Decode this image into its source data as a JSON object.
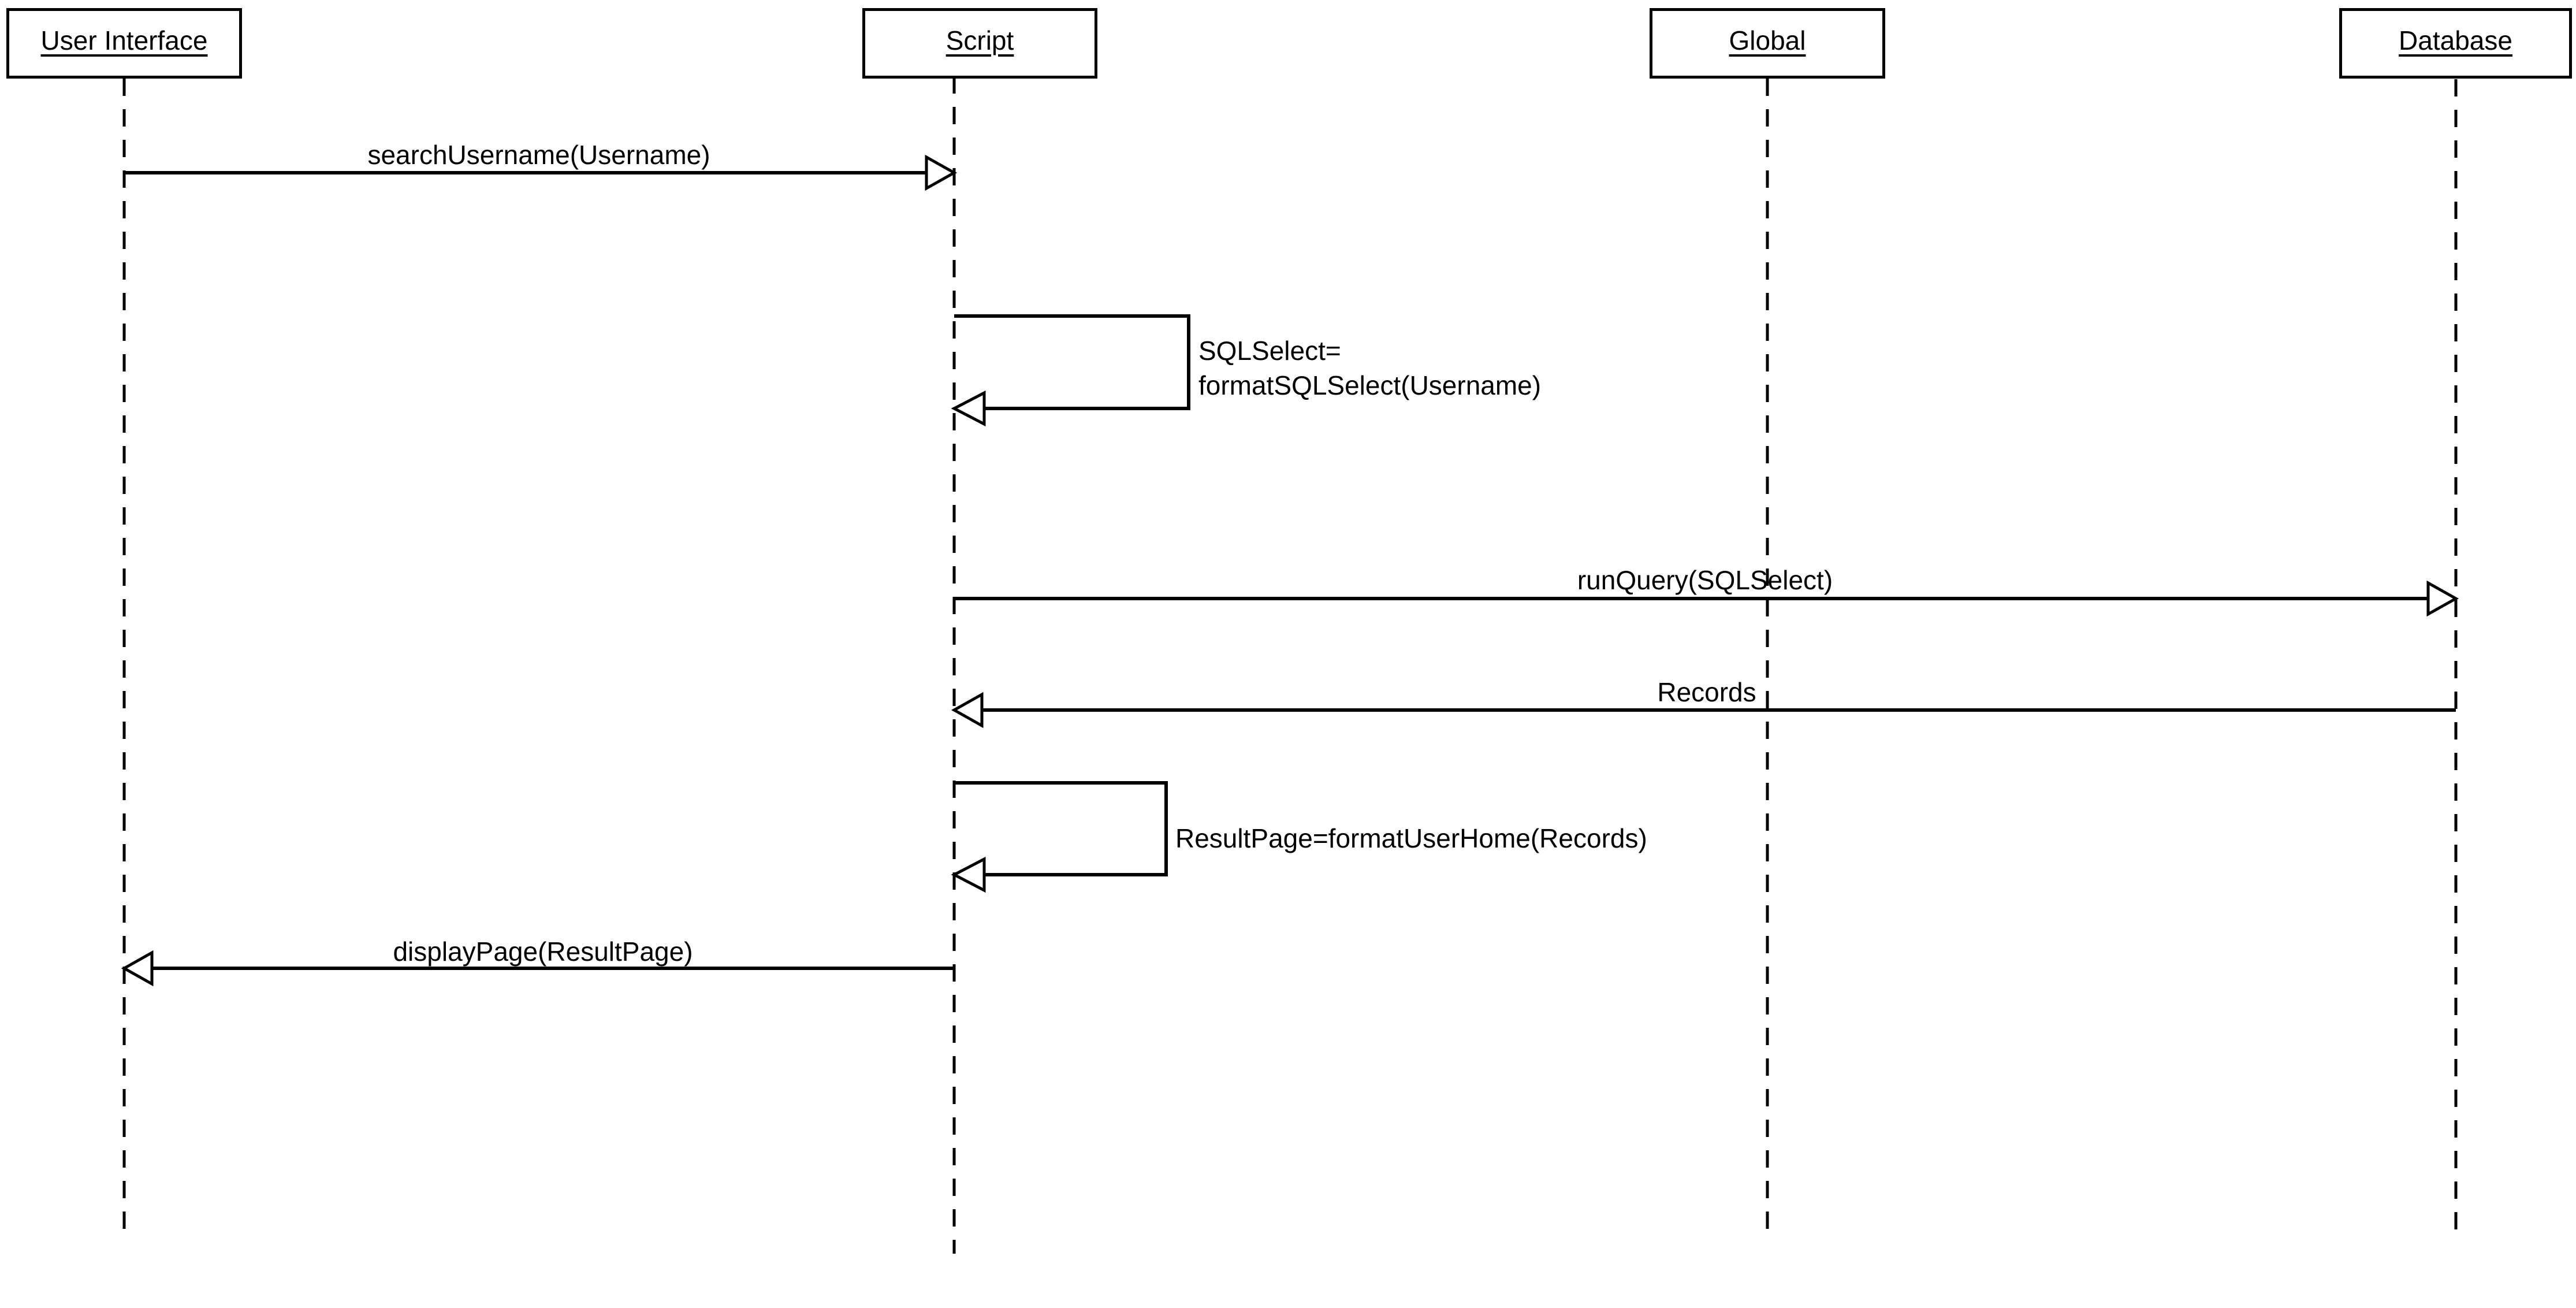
{
  "diagram": {
    "type": "uml-sequence-diagram",
    "colors": {
      "line": "#000000",
      "background": "#ffffff",
      "box_fill": "#ffffff",
      "text": "#000000"
    },
    "actors": [
      {
        "label": "User Interface"
      },
      {
        "label": "Script"
      },
      {
        "label": "Global"
      },
      {
        "label": "Database"
      }
    ],
    "messages": [
      {
        "from": "User Interface",
        "to": "Script",
        "kind": "call",
        "label": "searchUsername(Username)"
      },
      {
        "from": "Script",
        "to": "Script",
        "kind": "self-call",
        "lines": [
          "SQLSelect=",
          "formatSQLSelect(Username)"
        ]
      },
      {
        "from": "Script",
        "to": "Database",
        "kind": "call",
        "label": "runQuery(SQLSelect)"
      },
      {
        "from": "Database",
        "to": "Script",
        "kind": "return",
        "label": "Records"
      },
      {
        "from": "Script",
        "to": "Script",
        "kind": "self-call",
        "label": "ResultPage=formatUserHome(Records)"
      },
      {
        "from": "Script",
        "to": "User Interface",
        "kind": "call",
        "label": "displayPage(ResultPage)"
      }
    ]
  }
}
